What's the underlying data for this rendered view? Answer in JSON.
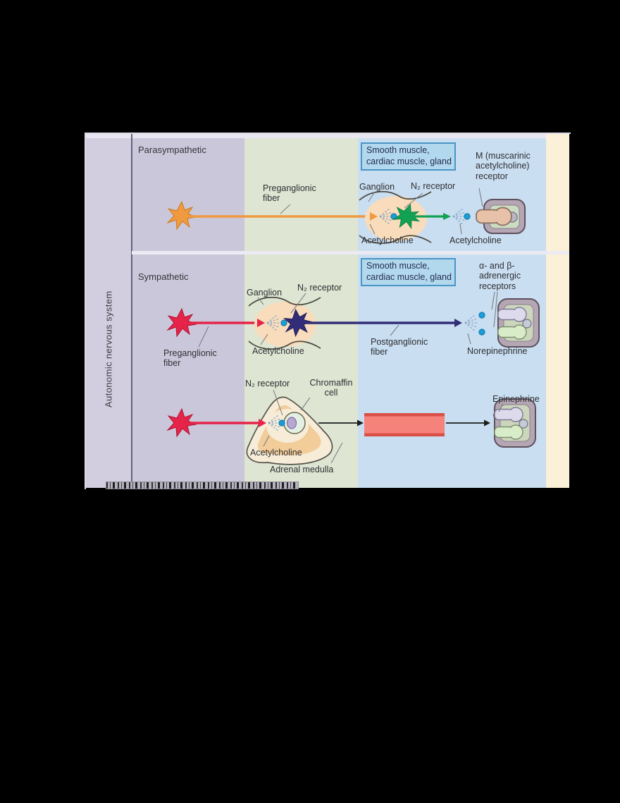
{
  "sidebar": {
    "label": "Autonomic nervous system"
  },
  "rows": {
    "parasympathetic": {
      "label": "Parasympathetic",
      "preganglionic_fiber": "Preganglionic fiber",
      "ganglion": "Ganglion",
      "n2_receptor": "N₂ receptor",
      "target_line1": "Smooth muscle,",
      "target_line2": "cardiac muscle, gland",
      "m_receptor": "M (muscarinic acetylcholine) receptor",
      "acetylcholine_ganglion": "Acetylcholine",
      "acetylcholine_effector": "Acetylcholine"
    },
    "sympathetic": {
      "label": "Sympathetic",
      "ganglion": "Ganglion",
      "n2_receptor": "N₂ receptor",
      "target_line1": "Smooth muscle,",
      "target_line2": "cardiac muscle, gland",
      "adrenergic_receptors": "α- and β-adrenergic receptors",
      "preganglionic_fiber": "Preganglionic fiber",
      "acetylcholine": "Acetylcholine",
      "postganglionic_fiber": "Postganglionic fiber",
      "norepinephrine": "Norepinephrine"
    },
    "adrenal": {
      "n2_receptor": "N₂ receptor",
      "chromaffin_cell": "Chromaffin cell",
      "acetylcholine": "Acetylcholine",
      "adrenal_medulla": "Adrenal medulla",
      "epinephrine": "Epinephrine"
    }
  },
  "colors": {
    "page_background": "#000000",
    "sidebar": "#d2cee0",
    "column_parasympathetic": "#cbc7da",
    "column_ganglion": "#dee6d3",
    "column_effector": "#c9def0",
    "page_strip": "#faf1d8",
    "target_box_fill": "#b2d8ee",
    "target_box_border": "#4a95c5",
    "preganglionic_para_fiber": "#f0993e",
    "postganglionic_para_fiber": "#12a254",
    "sympathetic_fiber": "#e62349",
    "postganglionic_symp_fiber": "#312d78",
    "acetylcholine_dot": "#1a9cd8",
    "epinephrine_dot": "#7e3a5e",
    "blood_vessel": "#f5837c",
    "blood_vessel_wall": "#da5047",
    "ganglion_fill": "#f8dcbb",
    "receptor_border": "#b5a6b4",
    "receptor_inner": "#ccdcc0",
    "plug_tan": "#e7c2a9",
    "plug_lavender": "#dcdaeb",
    "plug_green": "#d9ecca"
  }
}
